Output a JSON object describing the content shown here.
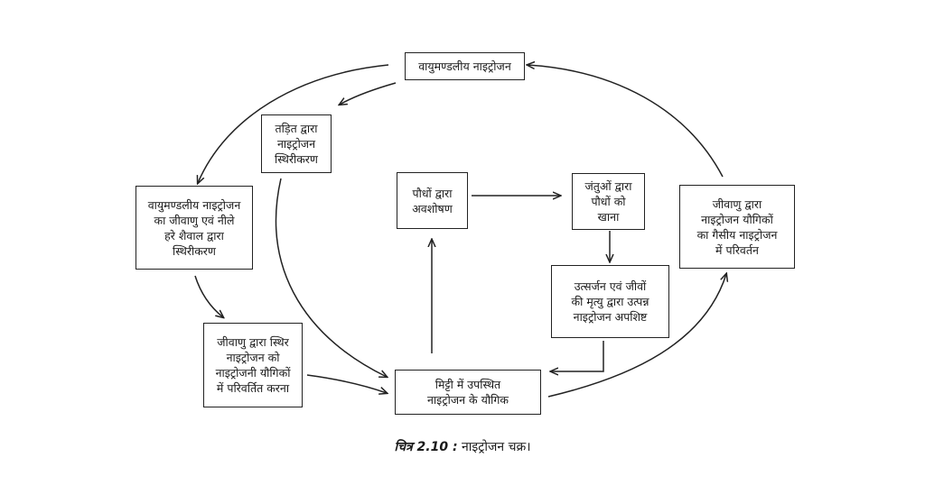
{
  "nodes": {
    "atmospheric_nitrogen": "वायुमण्डलीय नाइट्रोजन",
    "lightning_fixation": [
      "तड़ित द्वारा",
      "नाइट्रोजन",
      "स्थिरीकरण"
    ],
    "plant_absorption": [
      "पौधों द्वारा",
      "अवशोषण"
    ],
    "animals_eat_plants": [
      "जंतुओं द्वारा",
      "पौधों को",
      "खाना"
    ],
    "bacterial_conversion": [
      "जीवाणु द्वारा",
      "नाइट्रोजन यौगिकों",
      "का गैसीय नाइट्रोजन",
      "में परिवर्तन"
    ],
    "biological_fixation": [
      "वायुमण्डलीय नाइट्रोजन",
      "का जीवाणु एवं नीले",
      "हरे शैवाल द्वारा",
      "स्थिरीकरण"
    ],
    "excretion_death": [
      "उत्सर्जन एवं जीवों",
      "की मृत्यु द्वारा उत्पन्न",
      "नाइट्रोजन अपशिष्ट"
    ],
    "bacteria_convert_fixed": [
      "जीवाणु द्वारा स्थिर",
      "नाइट्रोजन को",
      "नाइट्रोजनी यौगिकों",
      "में परिवर्तित करना"
    ],
    "soil_compounds": [
      "मिट्टी में उपस्थित",
      "नाइट्रोजन के यौगिक"
    ]
  },
  "caption": {
    "figure_label": "चित्र 2.10 :",
    "title": "नाइट्रोजन चक्र।"
  }
}
